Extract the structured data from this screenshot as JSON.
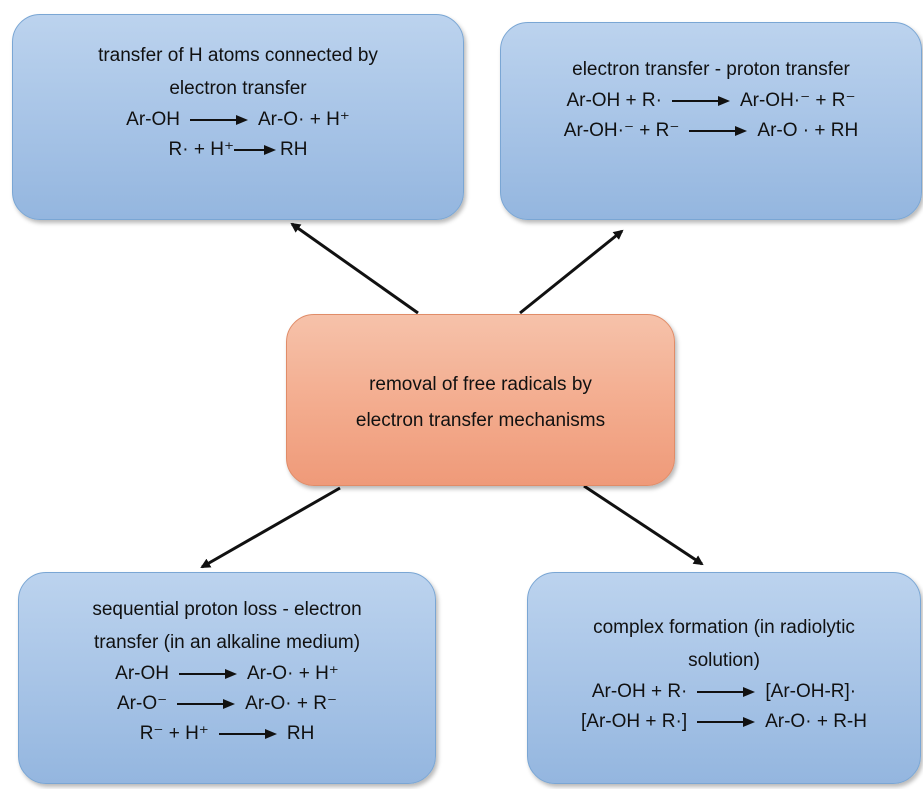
{
  "center": {
    "line1": "removal of free radicals by",
    "line2": "electron transfer mechanisms"
  },
  "top_left": {
    "title1": "transfer of H atoms connected by",
    "title2": "electron transfer",
    "eq1_lhs": "Ar-OH",
    "eq1_rhs": "Ar-O· + H⁺",
    "eq2_lhs": "R· + H⁺",
    "eq2_rhs": "RH"
  },
  "top_right": {
    "title1": "electron transfer - proton transfer",
    "eq1_lhs": "Ar-OH + R·",
    "eq1_rhs": "Ar-OH·⁻ + R⁻",
    "eq2_lhs": "Ar-OH·⁻ + R⁻",
    "eq2_rhs": "Ar-O · + RH"
  },
  "bottom_left": {
    "title1": "sequential proton loss - electron",
    "title2": "transfer (in an alkaline medium)",
    "eq1_lhs": "Ar-OH",
    "eq1_rhs": "Ar-O· + H⁺",
    "eq2_lhs": "Ar-O⁻",
    "eq2_rhs": "Ar-O· + R⁻",
    "eq3_lhs": "R⁻ + H⁺",
    "eq3_rhs": "RH"
  },
  "bottom_right": {
    "title1": "complex formation (in radiolytic",
    "title2": "solution)",
    "eq1_lhs": "Ar-OH + R·",
    "eq1_rhs": "[Ar-OH-R]·",
    "eq2_lhs": "[Ar-OH + R·]",
    "eq2_rhs": "Ar-O· + R-H"
  },
  "colors": {
    "outer_box": "#a6c3e6",
    "center_box": "#f3ab8d",
    "arrow": "#111111"
  }
}
